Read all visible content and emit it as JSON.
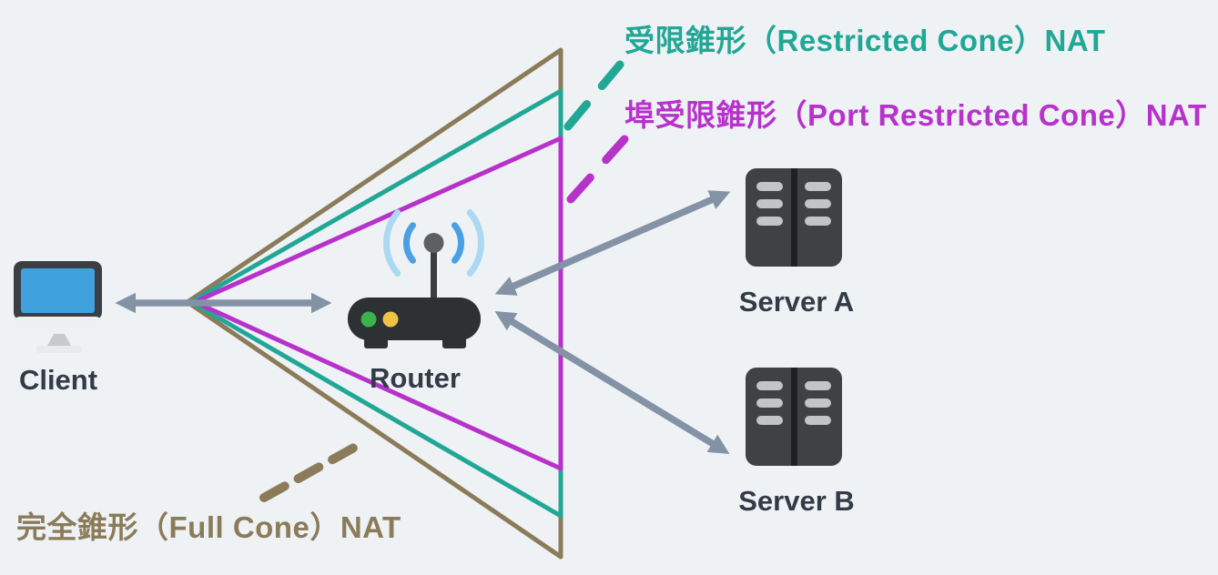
{
  "colors": {
    "background": "#eef2f5",
    "full_cone": "#8b7b59",
    "restricted_cone": "#21a795",
    "port_restricted_cone": "#b732cb",
    "arrow": "#8392a4",
    "node_label": "#333b47",
    "monitor_screen": "#3fa2dd",
    "led_green": "#3bb24b",
    "led_amber": "#f0c344",
    "wifi_inner": "#4aa0e2",
    "wifi_outer": "#abd8f3"
  },
  "nat_labels": {
    "restricted": "受限錐形（Restricted Cone）NAT",
    "port_restricted": "埠受限錐形（Port Restricted Cone）NAT",
    "full": "完全錐形（Full Cone）NAT"
  },
  "nodes": {
    "client": "Client",
    "router": "Router",
    "server_a": "Server A",
    "server_b": "Server B"
  },
  "connections": [
    {
      "from": "Client",
      "to": "Router",
      "style": "double-headed-arrow"
    },
    {
      "from": "Router",
      "to": "Server A",
      "style": "double-headed-arrow"
    },
    {
      "from": "Router",
      "to": "Server B",
      "style": "double-headed-arrow"
    }
  ],
  "cones": [
    {
      "name": "Full Cone NAT",
      "label_zh": "完全錐形",
      "color": "#8b7b59",
      "extent": "widest"
    },
    {
      "name": "Restricted Cone NAT",
      "label_zh": "受限錐形",
      "color": "#21a795",
      "extent": "middle"
    },
    {
      "name": "Port Restricted Cone NAT",
      "label_zh": "埠受限錐形",
      "color": "#b732cb",
      "extent": "narrowest"
    }
  ]
}
